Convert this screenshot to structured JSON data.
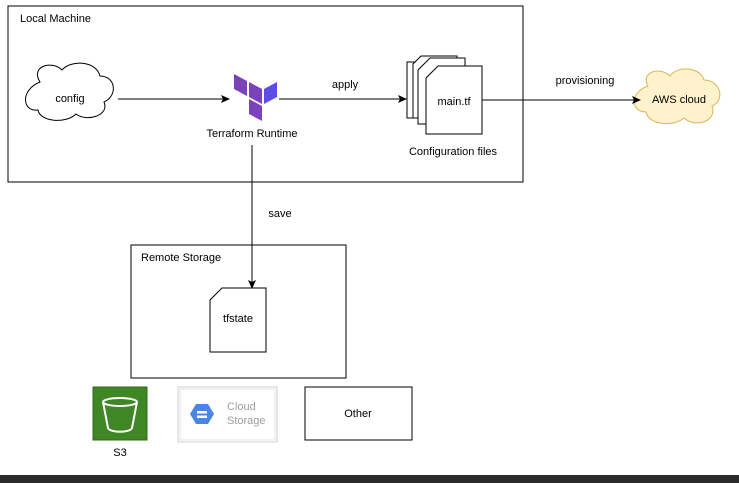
{
  "local_machine": {
    "title": "Local Machine"
  },
  "remote_storage": {
    "title": "Remote Storage"
  },
  "nodes": {
    "config": "config",
    "terraform_runtime": "Terraform Runtime",
    "main_tf": "main.tf",
    "configuration_files": "Configuration files",
    "aws_cloud": "AWS cloud",
    "tfstate": "tfstate",
    "s3": "S3",
    "cloud_storage_line1": "Cloud",
    "cloud_storage_line2": "Storage",
    "other": "Other"
  },
  "edges": {
    "apply": "apply",
    "provisioning": "provisioning",
    "save": "save"
  },
  "colors": {
    "terraform_purple": "#7b42bc",
    "terraform_purple_dark": "#5c4ee5",
    "aws_cloud_fill": "#fff2cc",
    "aws_cloud_stroke": "#d6b656",
    "s3_green": "#3f8624",
    "s3_green_dark": "#2e6b1a",
    "gcs_blue": "#4a86e8",
    "gcs_text": "#9e9e9e"
  },
  "icons": {
    "terraform": "terraform-logo-icon",
    "s3": "s3-bucket-icon",
    "gcs": "google-cloud-storage-icon"
  }
}
